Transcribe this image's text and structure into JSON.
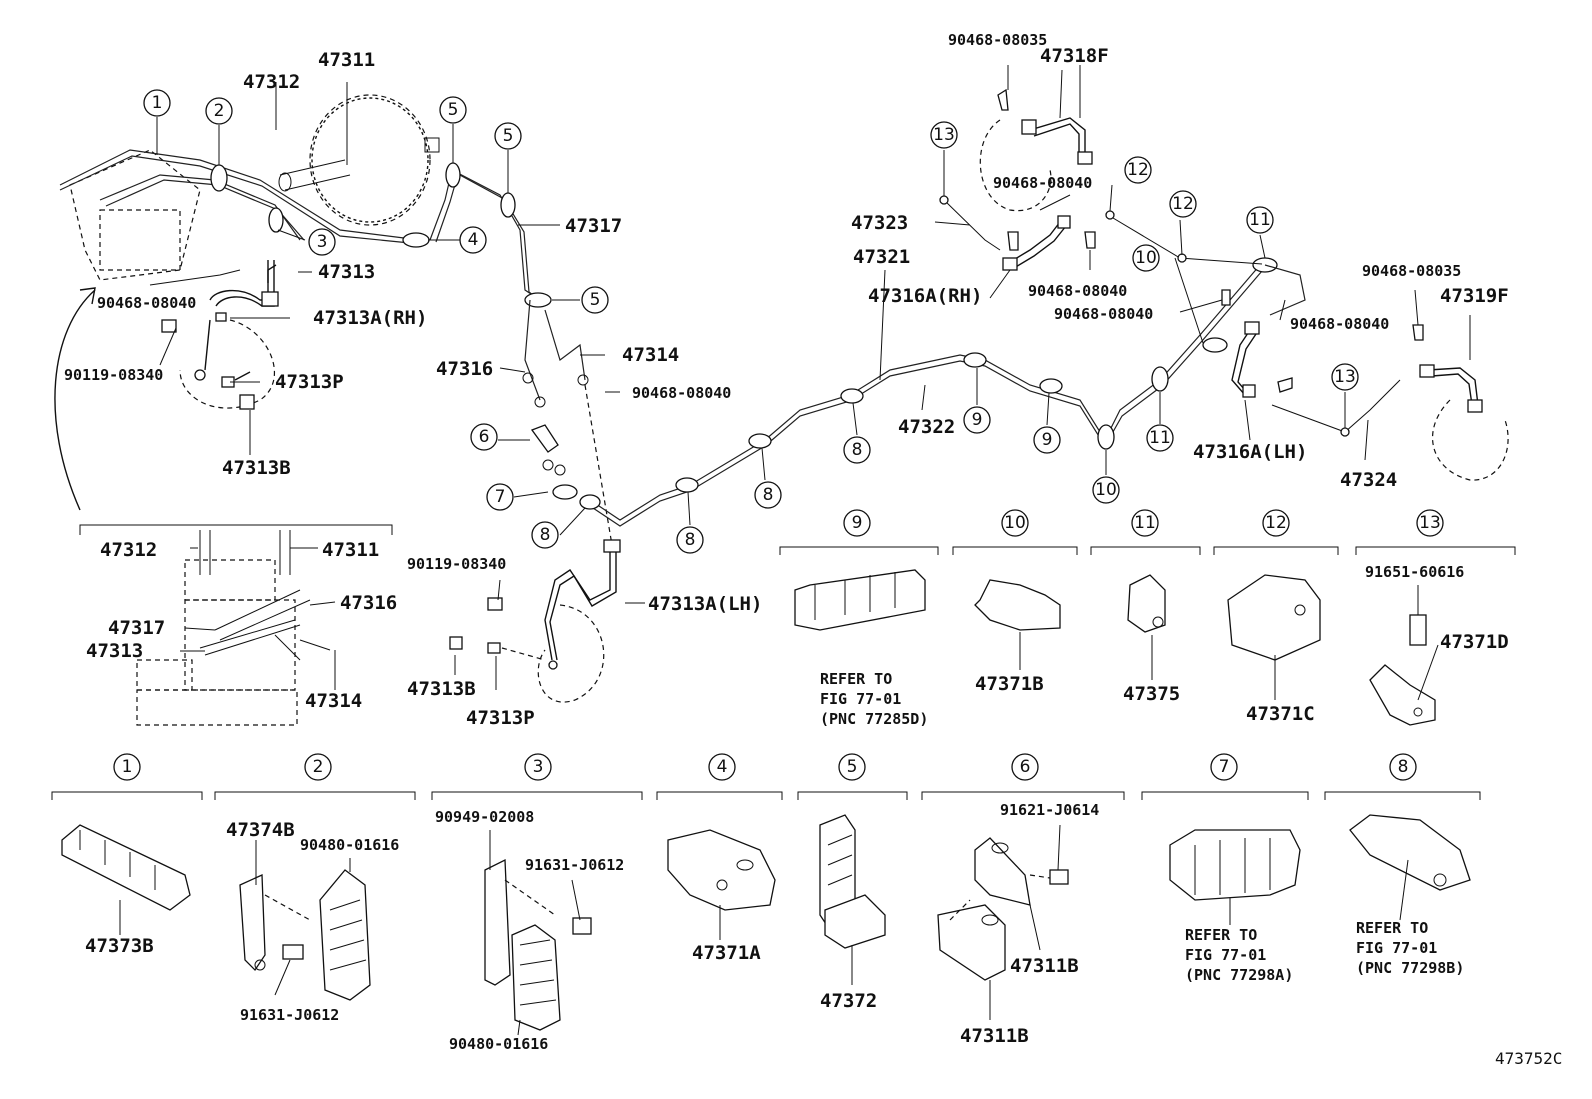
{
  "diagram_id": "473752C",
  "callouts": [
    "1",
    "2",
    "3",
    "4",
    "5",
    "6",
    "7",
    "8",
    "9",
    "10",
    "11",
    "12",
    "13"
  ],
  "labels": {
    "p47311": "47311",
    "p47312": "47312",
    "p47313": "47313",
    "p47317": "47317",
    "p47316": "47316",
    "p47314": "47314",
    "p47313a_rh": "47313A(RH)",
    "p47313a_lh": "47313A(LH)",
    "p47313p": "47313P",
    "p47313b": "47313B",
    "p90119_08340": "90119-08340",
    "p90468_08040": "90468-08040",
    "p90468_08035": "90468-08035",
    "p47318f": "47318F",
    "p47319f": "47319F",
    "p47323": "47323",
    "p47324": "47324",
    "p47316a_rh": "47316A(RH)",
    "p47316a_lh": "47316A(LH)",
    "p47321": "47321",
    "p47322": "47322",
    "p47371b": "47371B",
    "p47375": "47375",
    "p47371c": "47371C",
    "p47371d": "47371D",
    "p91651_60616": "91651-60616",
    "p47373b": "47373B",
    "p47374b": "47374B",
    "p90480_01616": "90480-01616",
    "p91631_j0612": "91631-J0612",
    "p90949_02008": "90949-02008",
    "p47371a": "47371A",
    "p47372": "47372",
    "p91621_j0614": "91621-J0614",
    "p47311b": "47311B",
    "refer_to": "REFER TO",
    "fig_77_01": "FIG 77-01",
    "pnc_77285d": "(PNC 77285D)",
    "pnc_77298a": "(PNC 77298A)",
    "pnc_77298b": "(PNC 77298B)"
  }
}
